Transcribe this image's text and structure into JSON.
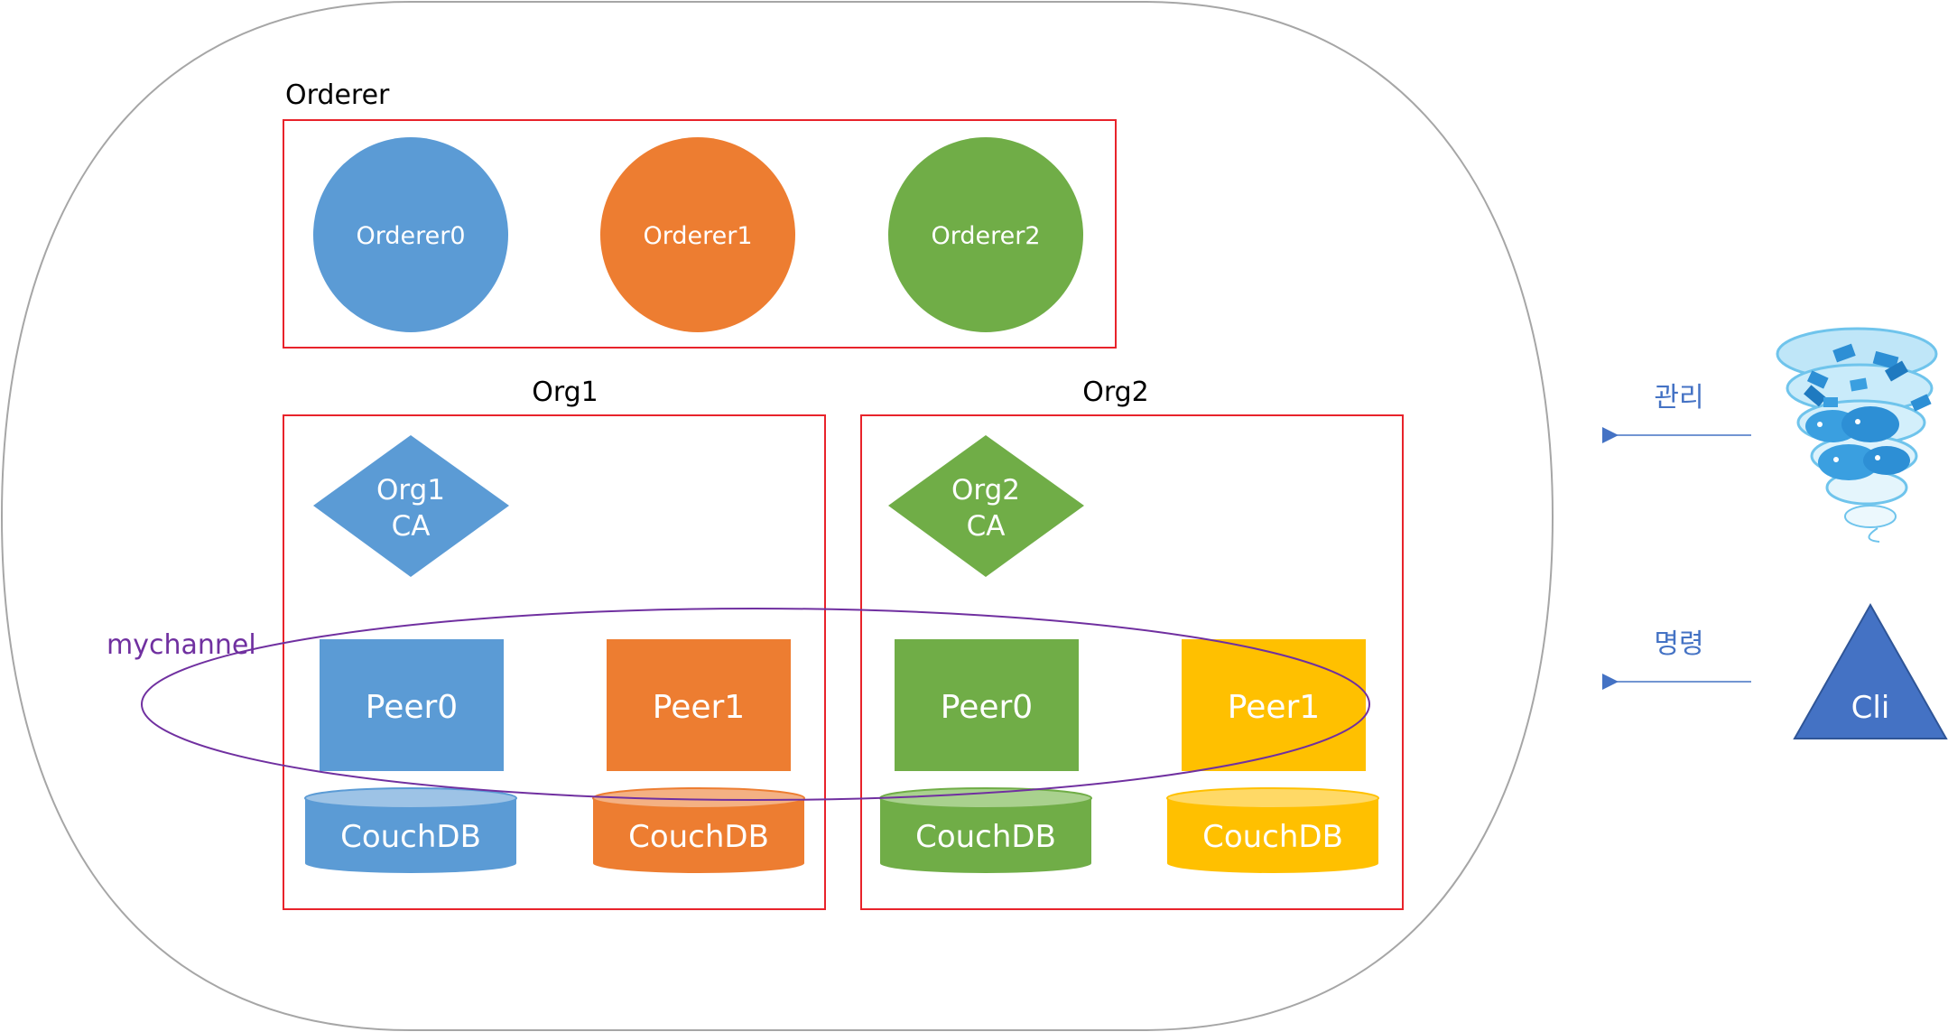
{
  "colors": {
    "blue": "#5B9BD5",
    "orange": "#ED7D31",
    "green": "#70AD47",
    "gold": "#FFC000",
    "red_border": "#E8232B",
    "purple": "#7030A0",
    "arrow_blue": "#4472C4",
    "cli_blue": "#4472C4",
    "outline_gray": "#A6A6A6"
  },
  "orderer": {
    "title": "Orderer",
    "nodes": [
      "Orderer0",
      "Orderer1",
      "Orderer2"
    ]
  },
  "org1": {
    "title": "Org1",
    "ca_line1": "Org1",
    "ca_line2": "CA",
    "peer0": "Peer0",
    "peer1": "Peer1",
    "db0": "CouchDB",
    "db1": "CouchDB"
  },
  "org2": {
    "title": "Org2",
    "ca_line1": "Org2",
    "ca_line2": "CA",
    "peer0": "Peer0",
    "peer1": "Peer1",
    "db0": "CouchDB",
    "db1": "CouchDB"
  },
  "channel": {
    "label": "mychannel"
  },
  "side": {
    "manage_label": "관리",
    "command_label": "명령",
    "cli_label": "Cli",
    "manager_icon": "docker-swarm-icon"
  }
}
